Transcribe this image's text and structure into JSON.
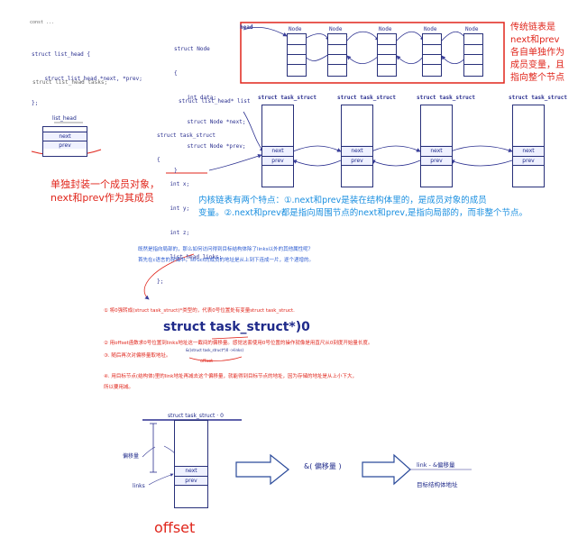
{
  "code_struct_list_head": {
    "tiny_title": "const ...",
    "lines": [
      "struct list_head {",
      "    struct list_head *next, *prev;",
      "};"
    ],
    "decl": "struct list_head tasks;"
  },
  "list_head_box": {
    "title": "list_head",
    "next": "next",
    "prev": "prev"
  },
  "red_left_note": [
    "单独封装一个成员对象，",
    "next和prev作为其成员"
  ],
  "code_struct_node": {
    "lines": [
      "struct Node",
      "{",
      "    int data;",
      "    struct Node *next;",
      "    struct Node *prev;",
      "}"
    ]
  },
  "traditional_list": {
    "head_label": "head",
    "nodes": [
      "Node",
      "Node",
      "Node",
      "Node",
      "Node"
    ],
    "note": [
      "传统链表是",
      "next和prev",
      "各自单独作为",
      "成员变量，且",
      "指向整个节点"
    ]
  },
  "list_head_ptr": [
    "struct list_head*",
    "list"
  ],
  "code_task_struct": {
    "head": "struct",
    "name": "task_struct",
    "lines": [
      "{",
      "    int x;",
      "    int y;",
      "    int z;",
      "    list_head links;",
      "};"
    ]
  },
  "kernel_list": {
    "nodes": [
      "struct task_struct",
      "struct task_struct",
      "struct task_struct",
      "struct task_struct"
    ],
    "next": "next",
    "prev": "prev"
  },
  "blue_note": [
    "内核链表有两个特点：①.next和prev是装在结构体里的，是成员对象的成员",
    "变量。②.next和prev都是指向周围节点的next和prev,是指向局部的，而非整个节点。"
  ],
  "question": [
    "既然是指向局部的，那么如何访问得到目标结构体除了links以外的其他属性呢？",
    "首先在c语言的存储中，struct的成员的地址是从上到下连成一片，逐个递增的。"
  ],
  "steps": {
    "s1": "① 将0强转成(struct task_struct)*类型的，代表0号位置处有变量struct task_struct.",
    "big_cast": "struct task_struct*)0",
    "s2": "② 用offset函数求0号位置到links地址这一截间的偏移量。感觉这套使用0号位置的操作就像是用直尺从0刻度开始量长度。",
    "mini_formula": "&((struct task_struct*)0 ->links)",
    "s3": "③. 随后再次对偏移量取地址。",
    "offset_small": "offset",
    "s4a": "④. 用目标节点(结构体)里的link地址再减去这个偏移量，就能得到目标节点的地址，因为存储的地址是从上小下大，",
    "s4b": "所以要用减。"
  },
  "bottom": {
    "header": "struct task_struct",
    "zero": "0",
    "offset_label": "偏移量",
    "links_label": "links",
    "next": "next",
    "prev": "prev",
    "big_offset": "offset",
    "addr_expr": "&( 偏移量   )",
    "result_expr": "link - &偏移量",
    "result_caption": "目标结构体地址"
  }
}
